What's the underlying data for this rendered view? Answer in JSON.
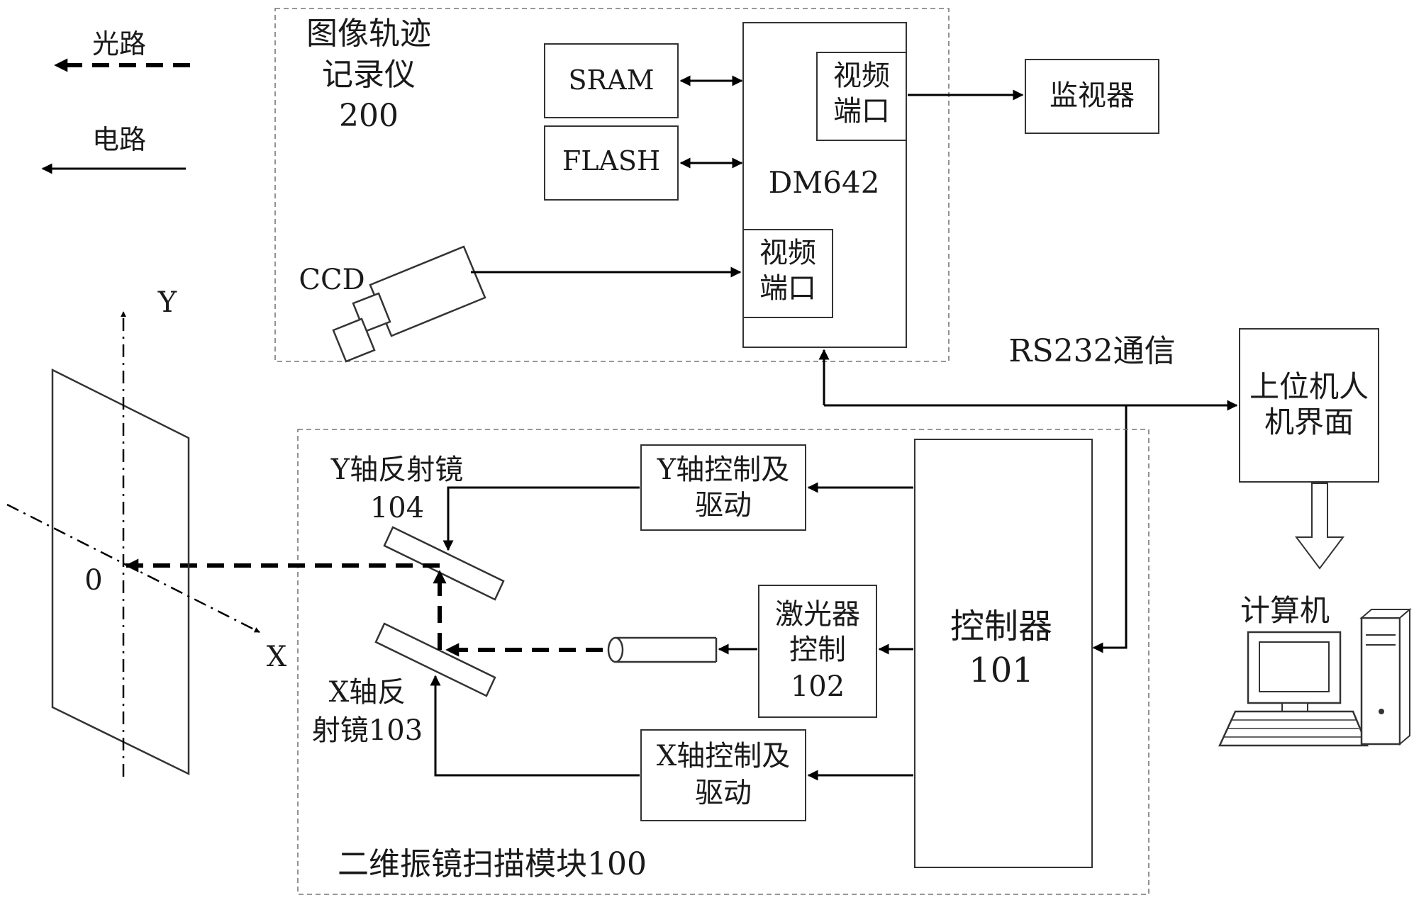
{
  "legend": {
    "light_path": "光路",
    "circuit": "电路"
  },
  "recorder": {
    "title_line1": "图像轨迹",
    "title_line2": "记录仪",
    "number": "200",
    "sram": "SRAM",
    "flash": "FLASH",
    "dsp": "DM642",
    "video_port_line1": "视频",
    "video_port_line2": "端口",
    "ccd": "CCD",
    "monitor": "监视器"
  },
  "comm": {
    "rs232": "RS232通信"
  },
  "host": {
    "ui_line1": "上位机人",
    "ui_line2": "机界面",
    "computer": "计算机"
  },
  "scanner": {
    "title": "二维振镜扫描模块100",
    "controller_line1": "控制器",
    "controller_line2": "101",
    "y_drive_line1": "Y轴控制及",
    "y_drive_line2": "驱动",
    "x_drive_line1": "X轴控制及",
    "x_drive_line2": "驱动",
    "laser_ctrl_line1": "激光器",
    "laser_ctrl_line2": "控制",
    "laser_ctrl_line3": "102",
    "y_mirror_line1": "Y轴反射镜",
    "y_mirror_line2": "104",
    "x_mirror_line1": "X轴反",
    "x_mirror_line2": "射镜103"
  },
  "target": {
    "axis_y": "Y",
    "axis_x": "X",
    "origin": "0"
  }
}
